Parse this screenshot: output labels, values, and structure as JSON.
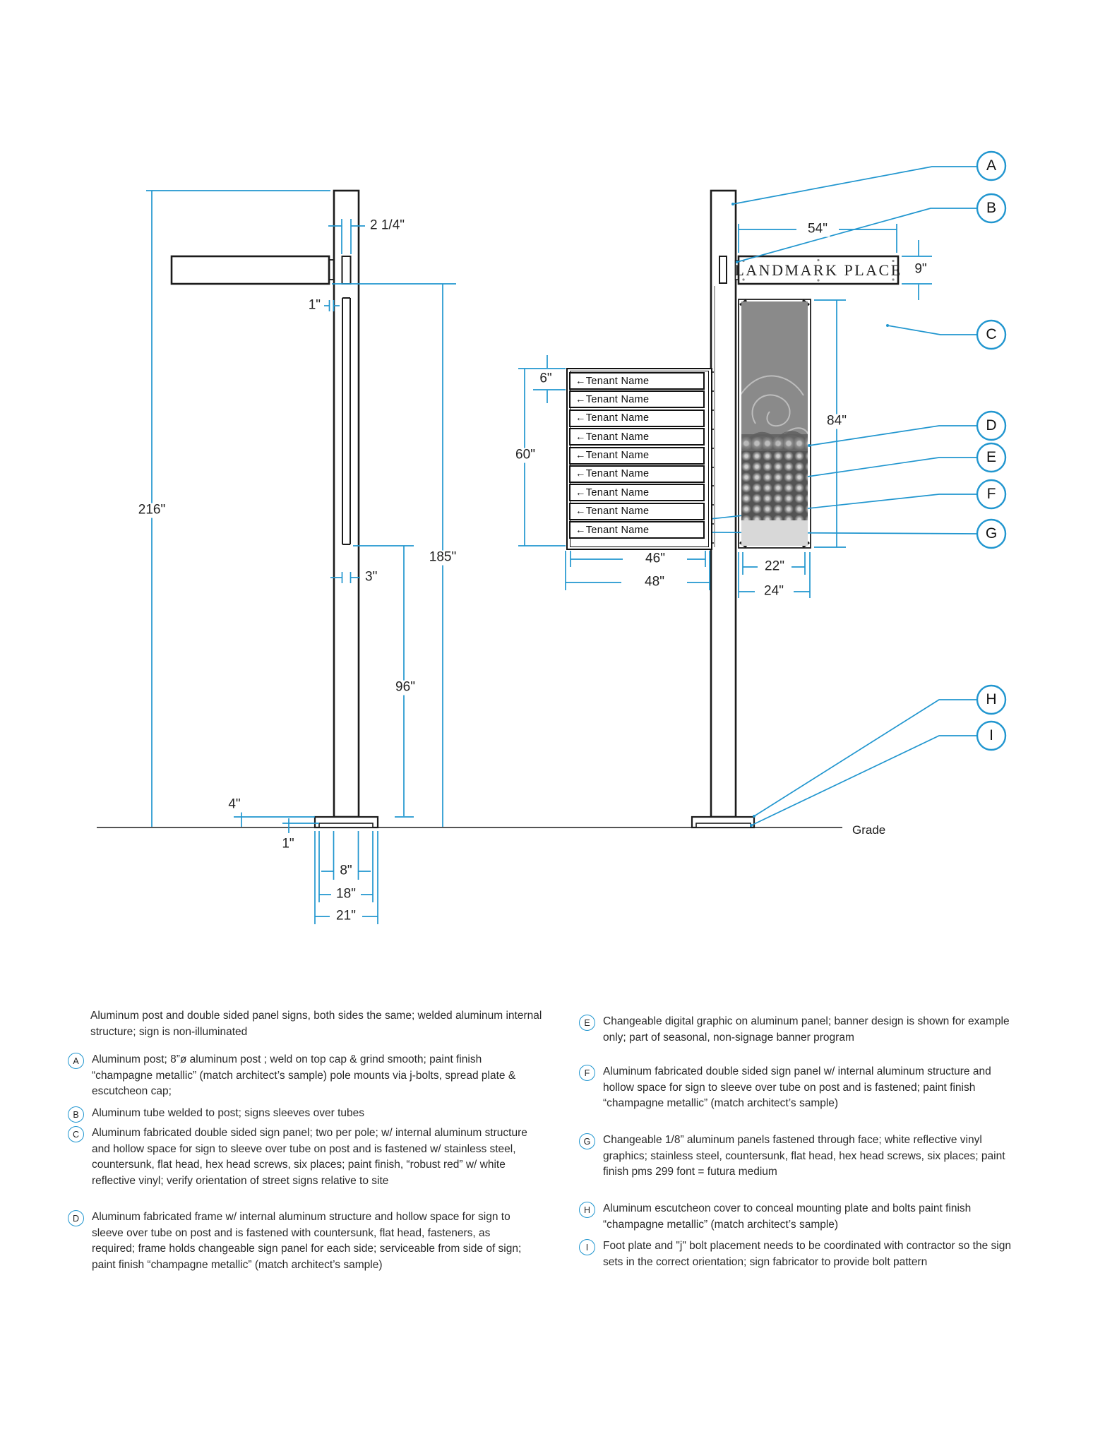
{
  "diagram": {
    "colors": {
      "accent_blue": "#2196cf",
      "line_black": "#1b1b1b",
      "banner_gray": "#8a8a8a"
    },
    "labels": {
      "sign_title": "LANDMARK PLACE",
      "grade": "Grade"
    },
    "tenant_rows": [
      "←Tenant Name",
      "←Tenant Name",
      "←Tenant Name",
      "←Tenant Name",
      "←Tenant Name",
      "←Tenant Name",
      "←Tenant Name",
      "←Tenant Name",
      "←Tenant Name"
    ],
    "dimensions": {
      "d2_25": "2 1/4\"",
      "d1_top": "1\"",
      "d3": "3\"",
      "d216": "216\"",
      "d185": "185\"",
      "d96": "96\"",
      "d4": "4\"",
      "d1_base": "1\"",
      "d8": "8\"",
      "d18": "18\"",
      "d21": "21\"",
      "d6": "6\"",
      "d60": "60\"",
      "d46": "46\"",
      "d48": "48\"",
      "d54": "54\"",
      "d9": "9\"",
      "d84": "84\"",
      "d22": "22\"",
      "d24": "24\""
    }
  },
  "annotations": {
    "intro": "Aluminum post and double sided panel signs, both sides the same; welded aluminum internal structure; sign is non-illuminated",
    "items": [
      {
        "letter": "A",
        "text": "Aluminum post; 8”ø aluminum post ; weld on top cap & grind smooth; paint finish “champagne metallic” (match architect’s sample) pole mounts via j-bolts, spread plate & escutcheon cap;"
      },
      {
        "letter": "B",
        "text": "Aluminum tube welded to post; signs sleeves over tubes"
      },
      {
        "letter": "C",
        "text": "Aluminum fabricated double sided sign panel; two per pole; w/ internal aluminum structure and hollow space for sign to sleeve over tube on post and is fastened w/ stainless steel, countersunk, flat head, hex head screws, six places; paint finish, “robust red” w/ white reflective vinyl; verify orientation of street signs relative to site"
      },
      {
        "letter": "D",
        "text": "Aluminum fabricated frame w/ internal aluminum structure and hollow space for sign to sleeve over tube on post and is fastened with countersunk, flat head, fasteners, as required; frame holds changeable sign panel for each side; serviceable from side of sign; paint finish “champagne metallic” (match architect’s sample)"
      },
      {
        "letter": "E",
        "text": "Changeable digital graphic on aluminum panel; banner design is shown for example only; part of seasonal, non-signage banner program"
      },
      {
        "letter": "F",
        "text": "Aluminum fabricated double sided sign panel w/ internal aluminum structure and hollow space for sign to sleeve over tube on post and is fastened; paint finish “champagne metallic”  (match architect’s sample)"
      },
      {
        "letter": "G",
        "text": "Changeable 1/8” aluminum panels fastened through face; white reflective vinyl graphics; stainless steel, countersunk, flat head, hex head screws, six places; paint finish pms 299 font = futura medium"
      },
      {
        "letter": "H",
        "text": "Aluminum escutcheon cover to conceal mounting plate and bolts paint finish “champagne metallic” (match architect’s sample)"
      },
      {
        "letter": "I",
        "text": "Foot plate and \"j\" bolt placement needs to be coordinated with contractor so the sign sets in the correct orientation; sign fabricator to provide bolt pattern"
      }
    ]
  }
}
